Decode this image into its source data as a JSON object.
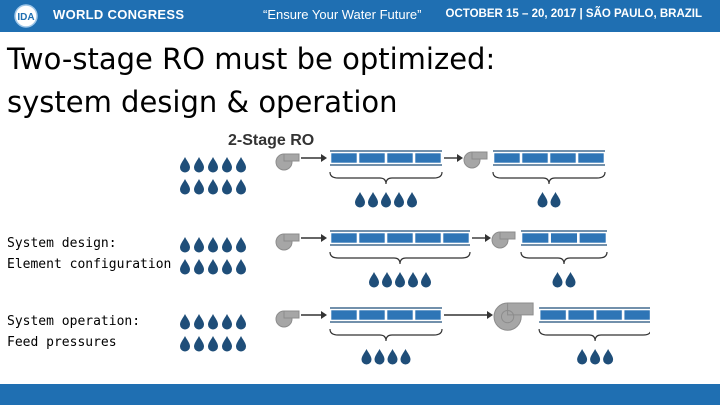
{
  "header": {
    "logo_text": "IDA",
    "organization": "WORLD CONGRESS",
    "tagline": "“Ensure Your Water Future”",
    "event_info": "OCTOBER 15 – 20, 2017 | SÃO PAULO, BRAZIL"
  },
  "slide": {
    "title_line1": "Two-stage RO must be optimized:",
    "title_line2": "system design & operation"
  },
  "diagram": {
    "title": "2-Stage RO",
    "rows": [
      {
        "stage1_elements": 4,
        "stage2_elements": 4,
        "stage1_permeate_drops": 5,
        "stage2_permeate_drops": 2,
        "booster_pump_size": "small"
      },
      {
        "stage1_elements": 5,
        "stage2_elements": 3,
        "stage1_permeate_drops": 5,
        "stage2_permeate_drops": 2,
        "booster_pump_size": "small"
      },
      {
        "stage1_elements": 4,
        "stage2_elements": 4,
        "stage1_permeate_drops": 4,
        "stage2_permeate_drops": 3,
        "booster_pump_size": "large"
      }
    ],
    "feed_drops_per_row": 10
  },
  "labels": {
    "design_line1": "System design:",
    "design_line2": "Element configuration",
    "operation_line1": "System operation:",
    "operation_line2": "Feed pressures"
  },
  "colors": {
    "header_blue": "#1f6fb2",
    "drop_blue": "#1f4e79",
    "vessel_fill": "#2e75b6",
    "vessel_stroke": "#1f4e79",
    "pump_gray": "#a6a6a6"
  }
}
